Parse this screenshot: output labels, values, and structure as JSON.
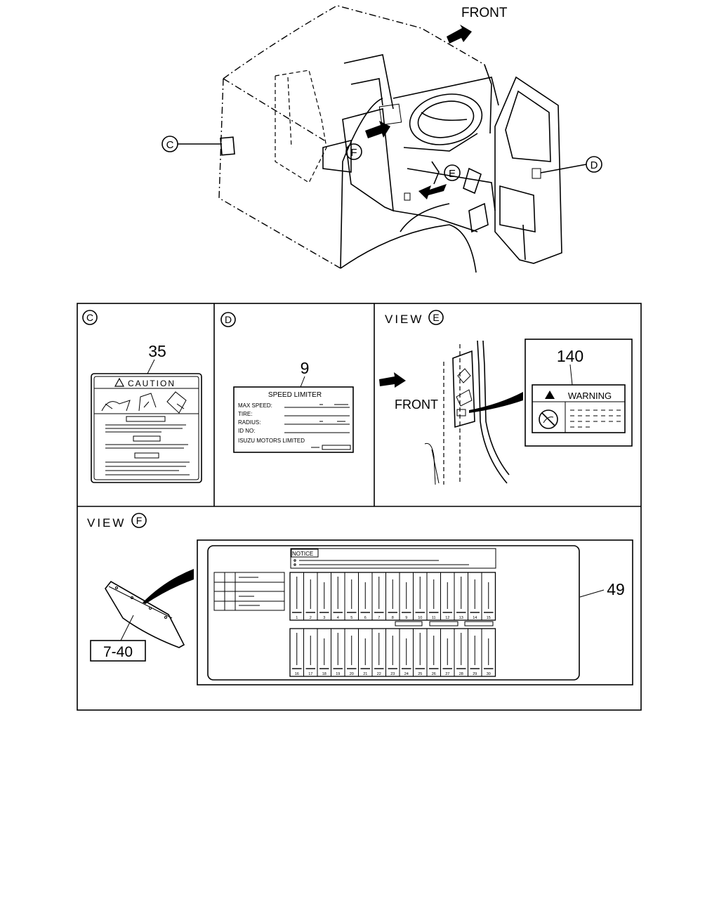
{
  "overview": {
    "front_label": "FRONT",
    "callouts": {
      "c": "C",
      "d": "D",
      "e": "E",
      "f": "F"
    }
  },
  "panel_c": {
    "letter": "C",
    "part_no": "35",
    "label_title": "CAUTION"
  },
  "panel_d": {
    "letter": "D",
    "part_no": "9",
    "label_title": "SPEED LIMITER",
    "rows": [
      "MAX SPEED:",
      "TIRE:",
      "RADIUS:",
      "ID NO:"
    ],
    "maker": "ISUZU MOTORS LIMITED"
  },
  "panel_e": {
    "view_word": "VIEW",
    "letter": "E",
    "front_label": "FRONT",
    "part_no": "140",
    "label_title": "WARNING"
  },
  "panel_f": {
    "view_word": "VIEW",
    "letter": "F",
    "ref_part": "7-40",
    "part_no": "49",
    "notice_title": "NOTICE",
    "fuse_numbers_top": [
      "1",
      "2",
      "3",
      "4",
      "5",
      "6",
      "7",
      "8",
      "9",
      "10",
      "11",
      "12",
      "13",
      "14",
      "15"
    ],
    "fuse_numbers_bottom": [
      "16",
      "17",
      "18",
      "19",
      "20",
      "21",
      "22",
      "23",
      "24",
      "25",
      "26",
      "27",
      "28",
      "29",
      "30"
    ]
  }
}
